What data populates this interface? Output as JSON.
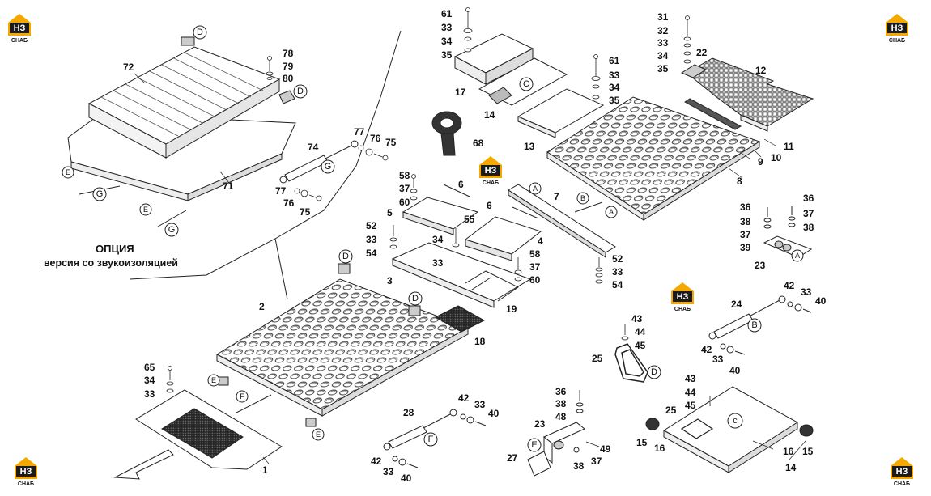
{
  "option": {
    "title": "ОПЦИЯ",
    "subtitle": "версия со звукоизоляцией"
  },
  "logo": {
    "letters": "НЗ",
    "caption": "СНАБ",
    "brand_color": "#f5a800"
  },
  "callouts": {
    "A": "A",
    "B": "B",
    "C": "C",
    "C_lower": "c",
    "D": "D",
    "E": "E",
    "F": "F",
    "G": "G"
  },
  "part_numbers": {
    "p1": "1",
    "p2": "2",
    "p3": "3",
    "p4": "4",
    "p5": "5",
    "p6": "6",
    "p7": "7",
    "p8": "8",
    "p9": "9",
    "p10": "10",
    "p11": "11",
    "p12": "12",
    "p13": "13",
    "p14": "14",
    "p15": "15",
    "p16": "16",
    "p17": "17",
    "p18": "18",
    "p19": "19",
    "p22": "22",
    "p23": "23",
    "p24": "24",
    "p25": "25",
    "p27": "27",
    "p28": "28",
    "p31": "31",
    "p32": "32",
    "p33": "33",
    "p34": "34",
    "p35": "35",
    "p36": "36",
    "p37": "37",
    "p38": "38",
    "p39": "39",
    "p40": "40",
    "p42": "42",
    "p43": "43",
    "p44": "44",
    "p45": "45",
    "p48": "48",
    "p49": "49",
    "p52": "52",
    "p54": "54",
    "p55": "55",
    "p58": "58",
    "p60": "60",
    "p61": "61",
    "p65": "65",
    "p68": "68",
    "p71": "71",
    "p72": "72",
    "p74": "74",
    "p75": "75",
    "p76": "76",
    "p77": "77",
    "p78": "78",
    "p79": "79",
    "p80": "80"
  }
}
